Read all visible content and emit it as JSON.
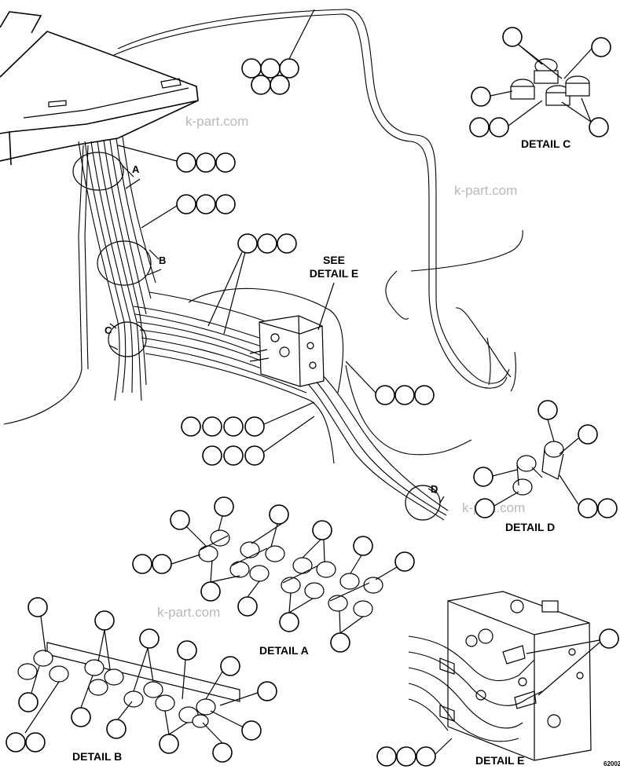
{
  "labels": {
    "detail_a": "DETAIL A",
    "detail_b": "DETAIL B",
    "detail_c": "DETAIL C",
    "detail_d": "DETAIL D",
    "detail_e": "DETAIL E",
    "see_detail_e_line1": "SEE",
    "see_detail_e_line2": "DETAIL E",
    "callout_a": "A",
    "callout_b": "B",
    "callout_c": "C",
    "callout_d": "D",
    "drawing_number": "62002"
  },
  "watermark": "k-part.com"
}
